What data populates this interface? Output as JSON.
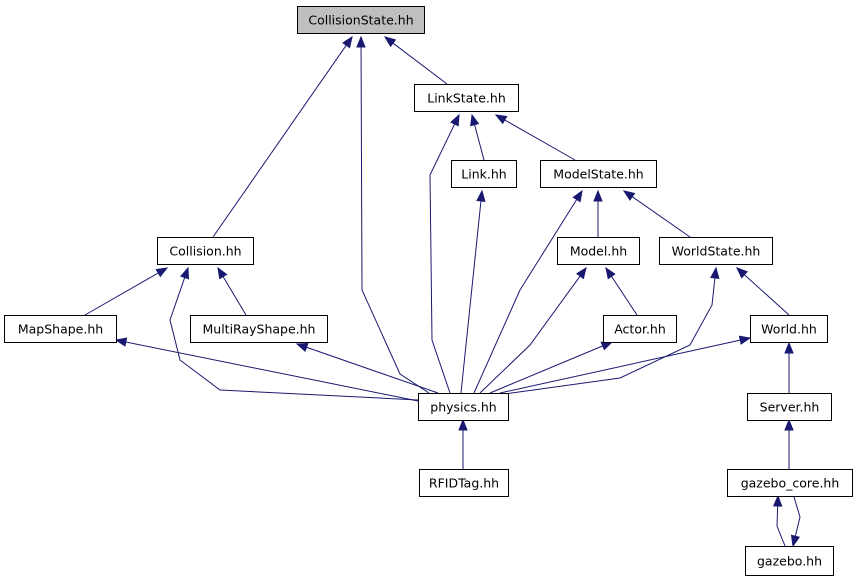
{
  "colors": {
    "edge": "#191970",
    "node_fill": "#ffffff",
    "highlight_fill": "#bfbfbf",
    "border": "#000000"
  },
  "nodes": [
    {
      "id": "collisionstate",
      "label": "CollisionState.hh",
      "highlight": true
    },
    {
      "id": "linkstate",
      "label": "LinkState.hh"
    },
    {
      "id": "link",
      "label": "Link.hh"
    },
    {
      "id": "modelstate",
      "label": "ModelState.hh"
    },
    {
      "id": "collision",
      "label": "Collision.hh"
    },
    {
      "id": "model",
      "label": "Model.hh"
    },
    {
      "id": "worldstate",
      "label": "WorldState.hh"
    },
    {
      "id": "mapshape",
      "label": "MapShape.hh"
    },
    {
      "id": "multirayshape",
      "label": "MultiRayShape.hh"
    },
    {
      "id": "actor",
      "label": "Actor.hh"
    },
    {
      "id": "world",
      "label": "World.hh"
    },
    {
      "id": "physics",
      "label": "physics.hh"
    },
    {
      "id": "server",
      "label": "Server.hh"
    },
    {
      "id": "rfidtag",
      "label": "RFIDTag.hh"
    },
    {
      "id": "gazebocore",
      "label": "gazebo_core.hh"
    },
    {
      "id": "gazebo",
      "label": "gazebo.hh"
    }
  ],
  "edges": [
    {
      "from": "linkstate",
      "to": "collisionstate"
    },
    {
      "from": "collision",
      "to": "collisionstate"
    },
    {
      "from": "physics",
      "to": "collisionstate"
    },
    {
      "from": "link",
      "to": "linkstate"
    },
    {
      "from": "modelstate",
      "to": "linkstate"
    },
    {
      "from": "physics",
      "to": "linkstate"
    },
    {
      "from": "physics",
      "to": "link"
    },
    {
      "from": "model",
      "to": "modelstate"
    },
    {
      "from": "worldstate",
      "to": "modelstate"
    },
    {
      "from": "physics",
      "to": "modelstate"
    },
    {
      "from": "mapshape",
      "to": "collision"
    },
    {
      "from": "multirayshape",
      "to": "collision"
    },
    {
      "from": "physics",
      "to": "collision"
    },
    {
      "from": "actor",
      "to": "model"
    },
    {
      "from": "physics",
      "to": "model"
    },
    {
      "from": "world",
      "to": "worldstate"
    },
    {
      "from": "physics",
      "to": "worldstate"
    },
    {
      "from": "physics",
      "to": "mapshape"
    },
    {
      "from": "physics",
      "to": "multirayshape"
    },
    {
      "from": "physics",
      "to": "actor"
    },
    {
      "from": "physics",
      "to": "world"
    },
    {
      "from": "server",
      "to": "world"
    },
    {
      "from": "rfidtag",
      "to": "physics"
    },
    {
      "from": "gazebocore",
      "to": "server"
    },
    {
      "from": "gazebo",
      "to": "gazebocore"
    },
    {
      "from": "gazebocore",
      "to": "gazebo"
    }
  ]
}
